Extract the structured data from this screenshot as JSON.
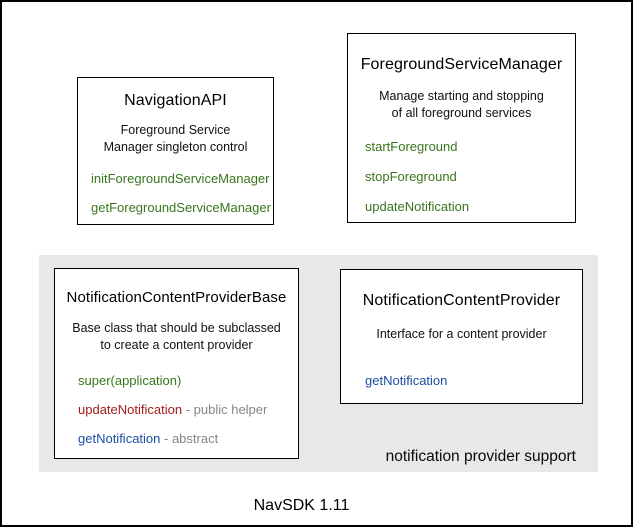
{
  "colors": {
    "panel_bg": "#e8e8e8",
    "method_green": "#38761d",
    "method_red": "#a31d1d",
    "method_blue": "#1c4ea1",
    "suffix_gray": "#868686",
    "border_black": "#000000"
  },
  "boxes": {
    "navigation_api": {
      "title": "NavigationAPI",
      "desc": [
        "Foreground Service",
        "Manager singleton control"
      ],
      "methods": [
        {
          "label": "initForegroundServiceManager",
          "color": "#38761d",
          "suffix": "",
          "suffix_color": "#868686"
        },
        {
          "label": "getForegroundServiceManager",
          "color": "#38761d",
          "suffix": "",
          "suffix_color": "#868686"
        }
      ]
    },
    "foreground_service_manager": {
      "title": "ForegroundServiceManager",
      "desc": [
        "Manage starting and stopping",
        "of all foreground services"
      ],
      "methods": [
        {
          "label": "startForeground",
          "color": "#38761d",
          "suffix": "",
          "suffix_color": "#868686"
        },
        {
          "label": "stopForeground",
          "color": "#38761d",
          "suffix": "",
          "suffix_color": "#868686"
        },
        {
          "label": "updateNotification",
          "color": "#38761d",
          "suffix": "",
          "suffix_color": "#868686"
        }
      ]
    },
    "notification_content_provider_base": {
      "title": "NotificationContentProviderBase",
      "desc": [
        "Base class that should be subclassed",
        "to create a content provider"
      ],
      "methods": [
        {
          "label": "super(application)",
          "color": "#38761d",
          "suffix": "",
          "suffix_color": "#868686"
        },
        {
          "label": "updateNotification",
          "color": "#a31d1d",
          "suffix": " - public helper",
          "suffix_color": "#868686"
        },
        {
          "label": "getNotification",
          "color": "#1c4ea1",
          "suffix": " - abstract",
          "suffix_color": "#868686"
        }
      ]
    },
    "notification_content_provider": {
      "title": "NotificationContentProvider",
      "desc": [
        "Interface for a content provider"
      ],
      "methods": [
        {
          "label": "getNotification",
          "color": "#1c4ea1",
          "suffix": "",
          "suffix_color": "#868686"
        }
      ]
    }
  },
  "panel": {
    "label": "notification provider support"
  },
  "footer": {
    "label": "NavSDK 1.11"
  }
}
